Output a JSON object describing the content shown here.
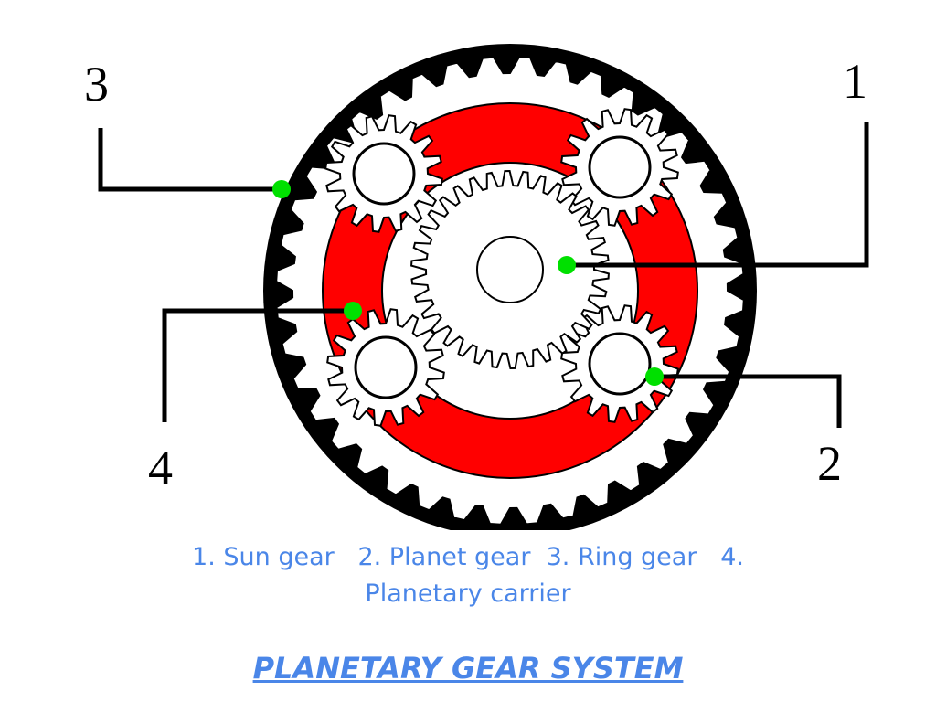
{
  "diagram": {
    "callout_numbers": [
      "1",
      "2",
      "3",
      "4"
    ],
    "colors": {
      "ring_gear": "#000000",
      "carrier": "#ff0000",
      "gear_fill": "#ffffff",
      "marker": "#00e000"
    },
    "parts": [
      {
        "id": "1",
        "name": "sun-gear"
      },
      {
        "id": "2",
        "name": "planet-gear"
      },
      {
        "id": "3",
        "name": "ring-gear"
      },
      {
        "id": "4",
        "name": "planetary-carrier"
      }
    ]
  },
  "caption": {
    "line1": {
      "item1": "1. Sun gear",
      "item2": "2. Planet gear",
      "item3": "3. Ring gear",
      "item4_prefix": "4."
    },
    "line2": "Planetary carrier"
  },
  "title": "PLANETARY GEAR SYSTEM",
  "colors": {
    "text_accent": "#4a86e8"
  }
}
